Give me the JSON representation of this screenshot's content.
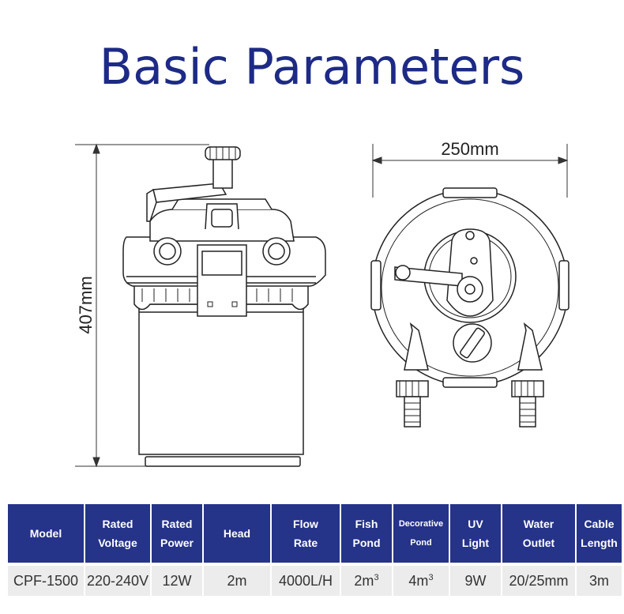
{
  "title": "Basic Parameters",
  "dimensions": {
    "height": "407mm",
    "width": "250mm"
  },
  "table": {
    "headers": [
      {
        "line1": "Model",
        "line2": ""
      },
      {
        "line1": "Rated",
        "line2": "Voltage"
      },
      {
        "line1": "Rated",
        "line2": "Power"
      },
      {
        "line1": "Head",
        "line2": ""
      },
      {
        "line1": "Flow",
        "line2": "Rate"
      },
      {
        "line1": "Fish",
        "line2": "Pond"
      },
      {
        "line1": "Decorative",
        "line2": "Pond"
      },
      {
        "line1": "UV",
        "line2": "Light"
      },
      {
        "line1": "Water",
        "line2": "Outlet"
      },
      {
        "line1": "Cable",
        "line2": "Length"
      }
    ],
    "row": [
      {
        "value": "CPF-1500",
        "sup": ""
      },
      {
        "value": "220-240V",
        "sup": ""
      },
      {
        "value": "12W",
        "sup": ""
      },
      {
        "value": "2m",
        "sup": ""
      },
      {
        "value": "4000L/H",
        "sup": ""
      },
      {
        "value": "2m",
        "sup": "3"
      },
      {
        "value": "4m",
        "sup": "3"
      },
      {
        "value": "9W",
        "sup": ""
      },
      {
        "value": "20/25mm",
        "sup": ""
      },
      {
        "value": "3m",
        "sup": ""
      }
    ]
  },
  "colors": {
    "title": "#1d2a86",
    "header_bg": "#253388",
    "cell_bg": "#ececec"
  }
}
